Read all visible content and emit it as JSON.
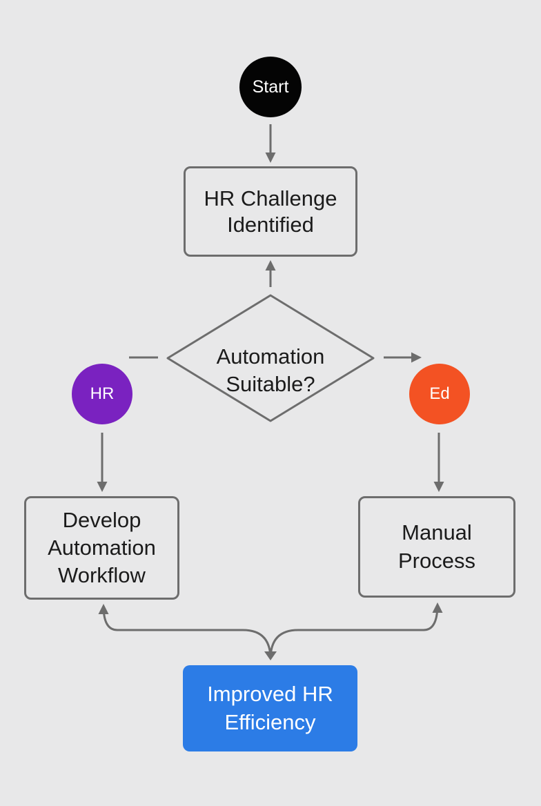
{
  "nodes": {
    "start": "Start",
    "challenge": "HR Challenge\nIdentified",
    "decision": "Automation\nSuitable?",
    "hr_badge": "HR",
    "ed_badge": "Ed",
    "develop": "Develop\nAutomation\nWorkflow",
    "manual": "Manual\nProcess",
    "improved": "Improved HR\nEfficiency"
  },
  "colors": {
    "background": "#e8e8e9",
    "start": "#040404",
    "hr_badge": "#7a22c0",
    "ed_badge": "#f35223",
    "improved": "#2c7ce6",
    "connector": "#6d6d6d"
  }
}
